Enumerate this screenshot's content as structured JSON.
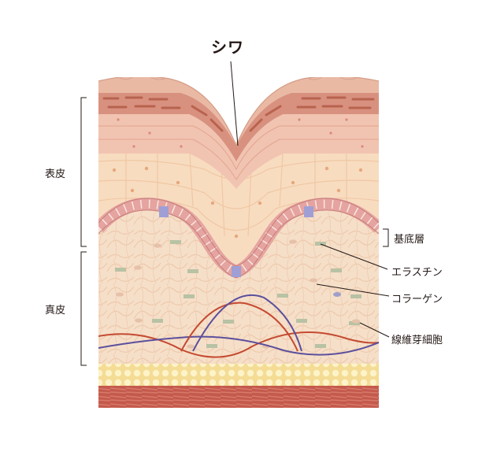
{
  "title": "シワ",
  "layers": {
    "epidermis": "表皮",
    "dermis": "真皮"
  },
  "callouts": {
    "basal_layer": "基底層",
    "elastin": "エラスチン",
    "collagen": "コラーゲン",
    "fibroblast": "線維芽細胞"
  },
  "colors": {
    "outline": "#231815",
    "surface": "#e9b9a4",
    "horny": "#d9917f",
    "granular": "#f1c4b1",
    "spinous": "#f8dcc0",
    "basal_cell": "#e7a3a3",
    "basal_nucleus_purple": "#8f8fcf",
    "dermis": "#f6dfc8",
    "elastin": "#b8c2a4",
    "collagen_red": "#c44a31",
    "collagen_blue": "#5b4f9d",
    "fat": "#f2d27b",
    "muscle": "#c8584e"
  }
}
